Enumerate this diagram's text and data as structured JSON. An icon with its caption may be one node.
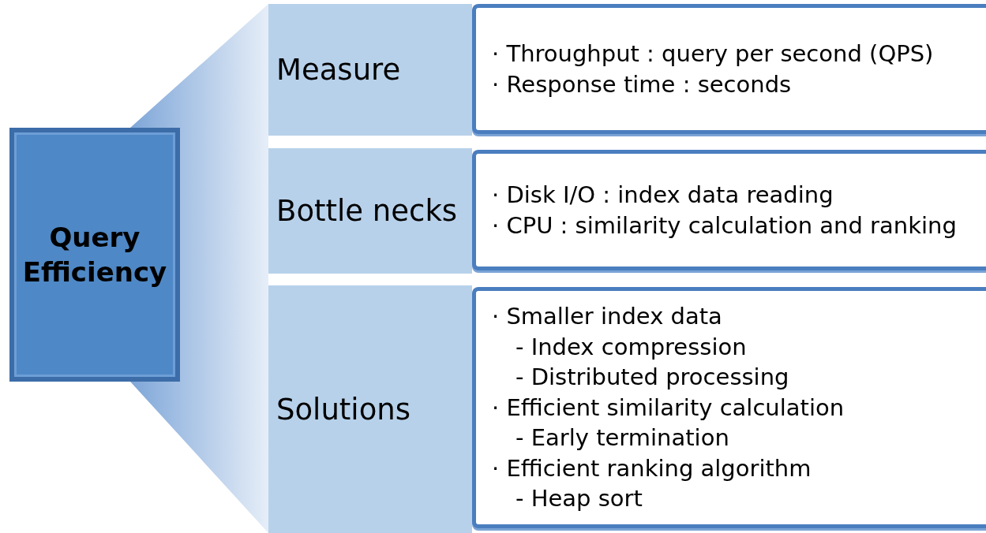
{
  "diagram": {
    "nodes": [
      {
        "text": [
          "Query Efficiency"
        ]
      },
      {
        "text": [],
        "shape": "trapezoid"
      },
      {
        "text": [
          "Measure"
        ]
      },
      {
        "text": [
          "· Throughput : query per second (QPS)",
          "· Response time : seconds"
        ]
      },
      {
        "text": [
          "Bottle necks"
        ]
      },
      {
        "text": [
          "· Disk I/O : index data reading",
          "· CPU : similarity calculation and ranking"
        ]
      },
      {
        "text": [
          "Solutions"
        ]
      },
      {
        "text": [
          "· Smaller index data",
          "- Index compression",
          "- Distributed processing",
          "· Efficient similarity calculation",
          "- Early termination",
          "· Efficient ranking algorithm",
          "- Heap sort"
        ]
      }
    ]
  }
}
